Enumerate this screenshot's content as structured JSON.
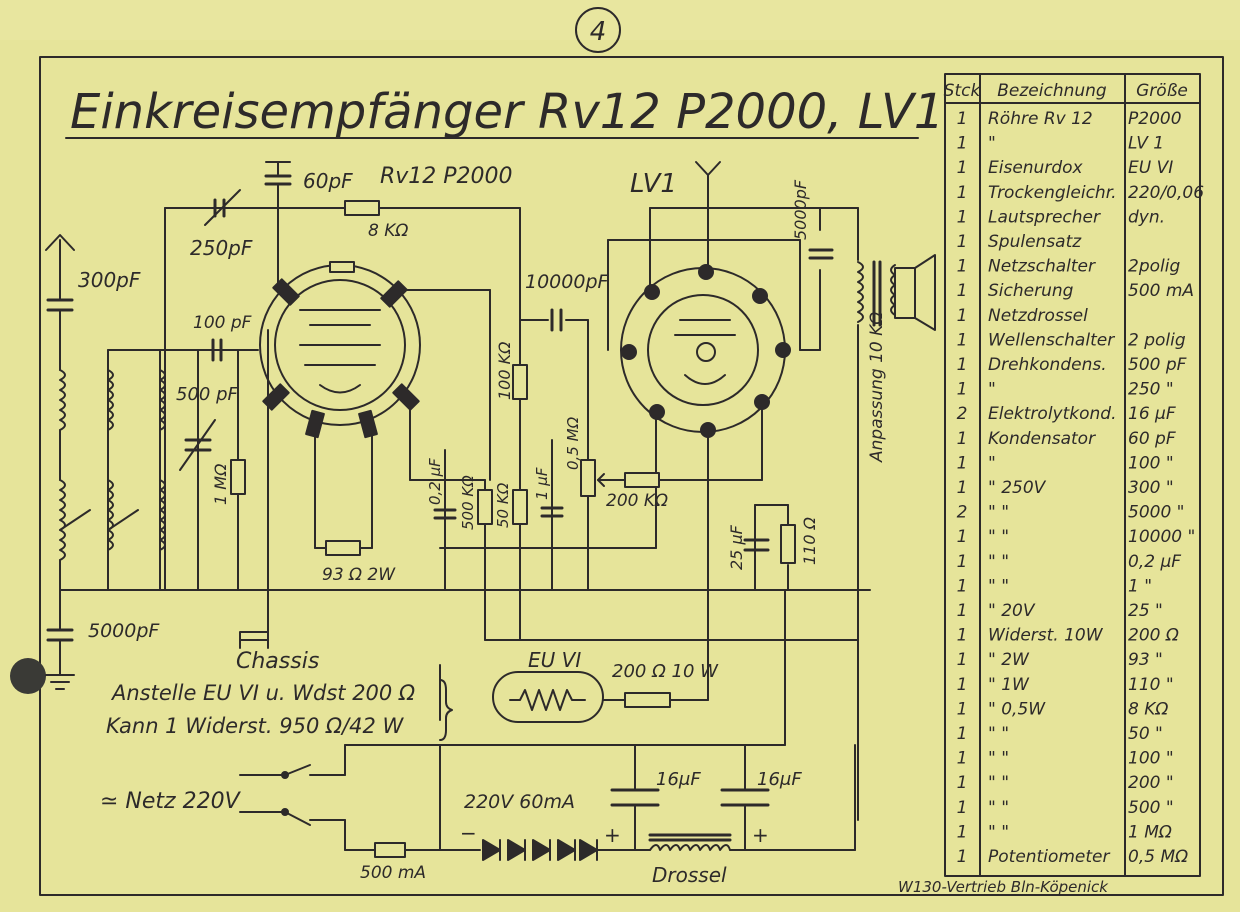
{
  "sheet": {
    "page_number": "4",
    "title": "Einkreisempfänger Rv12 P2000, LV1",
    "footer": "W130-Vertrieb Bln-Köpenick"
  },
  "schematic": {
    "labels": {
      "c_60pf": "60pF",
      "tube1": "Rv12 P2000",
      "tube2": "LV1",
      "c_250pf": "250pF",
      "r_8k": "8 KΩ",
      "c_300pf": "300pF",
      "c_100pf": "100 pF",
      "c_500pf": "500 pF",
      "r_1m": "1 MΩ",
      "c_10000pf": "10000pF",
      "r_100k": "100 KΩ",
      "c_5000pf_top": "5000pF",
      "anpassung": "Anpassung 10 KΩ",
      "c_02uf": "0,2 μF",
      "r_500k": "500 KΩ",
      "r_50k": "50 KΩ",
      "c_1uf": "1 μF",
      "pot_05m": "0,5 MΩ",
      "r_200k": "200 KΩ",
      "c_25uf": "25 μF",
      "r_110": "110 Ω",
      "r_93": "93 Ω 2W",
      "c_5000pf_left": "5000pF",
      "chassis": "Chassis",
      "euvi": "EU VI",
      "r_200_10w": "200 Ω 10 W",
      "note_line1": "Anstelle EU VI u. Wdst 200 Ω",
      "note_line2": "Kann 1 Widerst. 950 Ω/42 W",
      "netz": "≃ Netz 220V",
      "rect_label": "220V 60mA",
      "c_16uf_1": "16μF",
      "c_16uf_2": "16μF",
      "fuse": "500 mA",
      "choke": "Drossel",
      "minus": "−",
      "plus": "+"
    }
  },
  "parts_table": {
    "headers": [
      "Stck",
      "Bezeichnung",
      "Größe"
    ],
    "rows": [
      [
        "1",
        "Röhre Rv 12",
        "P2000"
      ],
      [
        "1",
        "\"",
        "LV 1"
      ],
      [
        "1",
        "Eisenurdox",
        "EU VI"
      ],
      [
        "1",
        "Trockengleichr.",
        "220/0,06"
      ],
      [
        "1",
        "Lautsprecher",
        "dyn."
      ],
      [
        "1",
        "Spulensatz",
        ""
      ],
      [
        "1",
        "Netzschalter",
        "2polig"
      ],
      [
        "1",
        "Sicherung",
        "500 mA"
      ],
      [
        "1",
        "Netzdrossel",
        ""
      ],
      [
        "1",
        "Wellenschalter",
        "2 polig"
      ],
      [
        "1",
        "Drehkondens.",
        "500 pF"
      ],
      [
        "1",
        "\"",
        "250 \""
      ],
      [
        "2",
        "Elektrolytkond.",
        "16 μF"
      ],
      [
        "1",
        "Kondensator",
        "60 pF"
      ],
      [
        "1",
        "\"",
        "100 \""
      ],
      [
        "1",
        "\" 250V",
        "300 \""
      ],
      [
        "2",
        "\" \"",
        "5000 \""
      ],
      [
        "1",
        "\" \"",
        "10000 \""
      ],
      [
        "1",
        "\" \"",
        "0,2 μF"
      ],
      [
        "1",
        "\" \"",
        "1 \""
      ],
      [
        "1",
        "\" 20V",
        "25 \""
      ],
      [
        "1",
        "Widerst. 10W",
        "200 Ω"
      ],
      [
        "1",
        "\" 2W",
        "93 \""
      ],
      [
        "1",
        "\" 1W",
        "110 \""
      ],
      [
        "1",
        "\" 0,5W",
        "8 KΩ"
      ],
      [
        "1",
        "\" \"",
        "50 \""
      ],
      [
        "1",
        "\" \"",
        "100 \""
      ],
      [
        "1",
        "\" \"",
        "200 \""
      ],
      [
        "1",
        "\" \"",
        "500 \""
      ],
      [
        "1",
        "\" \"",
        "1 MΩ"
      ],
      [
        "1",
        "Potentiometer",
        "0,5 MΩ"
      ]
    ]
  }
}
